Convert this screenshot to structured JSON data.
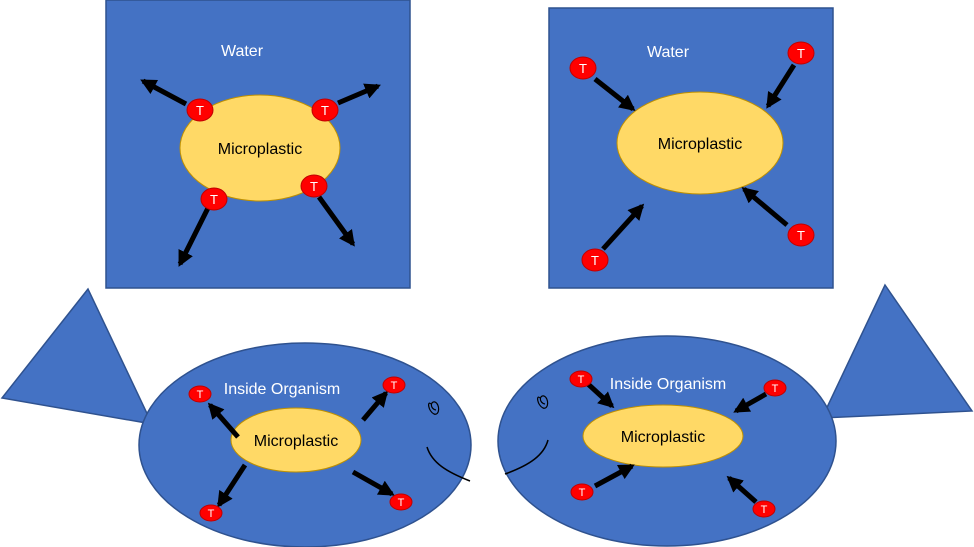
{
  "colors": {
    "water_blue": "#4472C4",
    "outline_blue": "#2F528F",
    "microplastic_yellow": "#FFD966",
    "microplastic_outline": "#BF9000",
    "toxin_red": "#FF0000",
    "toxin_outline": "#C00000",
    "arrow_black": "#000000",
    "label_white": "#FFFFFF"
  },
  "panels": {
    "water_left": {
      "title": "Water",
      "center_label": "Microplastic",
      "toxin_label": "T"
    },
    "water_right": {
      "title": "Water",
      "center_label": "Microplastic",
      "toxin_label": "T"
    },
    "organism_left": {
      "title": "Inside Organism",
      "center_label": "Microplastic",
      "toxin_label": "T"
    },
    "organism_right": {
      "title": "Inside Organism",
      "center_label": "Microplastic",
      "toxin_label": "T"
    }
  }
}
